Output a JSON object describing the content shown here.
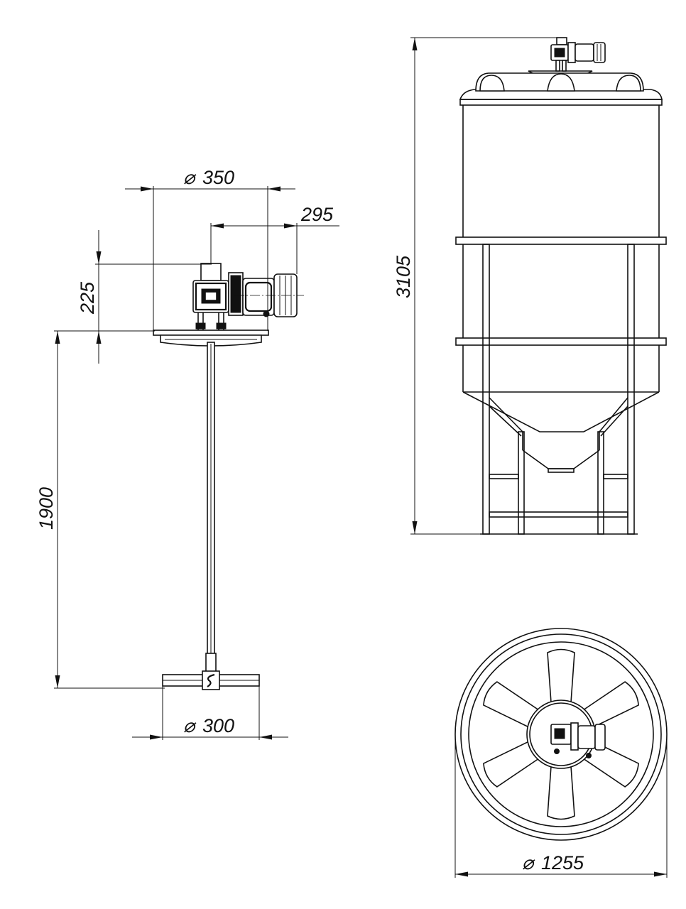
{
  "drawing": {
    "agitator_side_view": {
      "dim_disc_diameter": "350",
      "dim_drive_overhang": "295",
      "dim_drive_height": "225",
      "dim_shaft_length": "1900",
      "dim_impeller_diameter": "300"
    },
    "tank_side_view": {
      "dim_total_height": "3105"
    },
    "tank_top_view": {
      "dim_tank_diameter": "1255",
      "blade_count": 6
    }
  }
}
